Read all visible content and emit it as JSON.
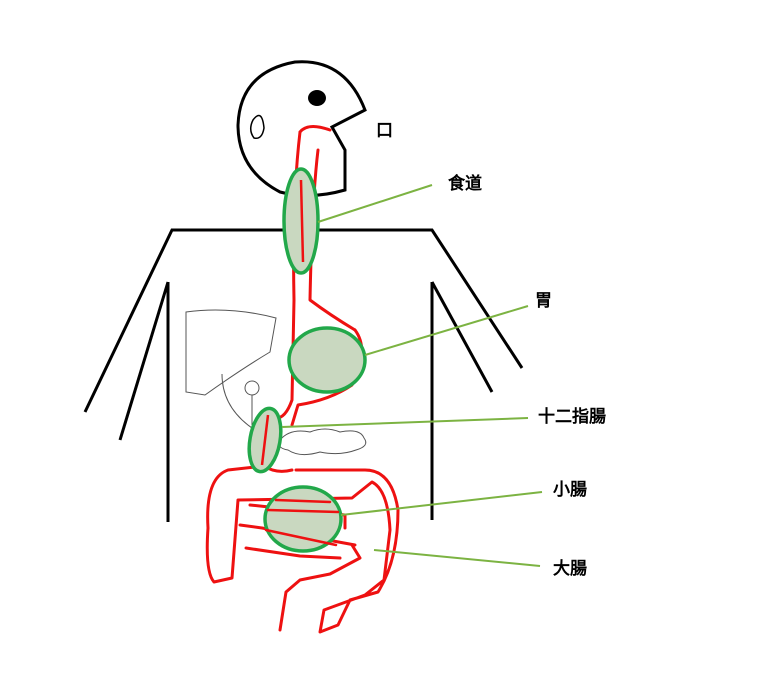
{
  "labels": {
    "mouth": "口",
    "esophagus": "食道",
    "stomach": "胃",
    "duodenum": "十二指腸",
    "small_intestine": "小腸",
    "large_intestine": "大腸"
  },
  "colors": {
    "outline": "#000000",
    "digestive_tract": "#ee1111",
    "organ_highlight_stroke": "#22a84a",
    "organ_highlight_fill": "#c9d8c0",
    "leader_line": "#7cb342"
  }
}
